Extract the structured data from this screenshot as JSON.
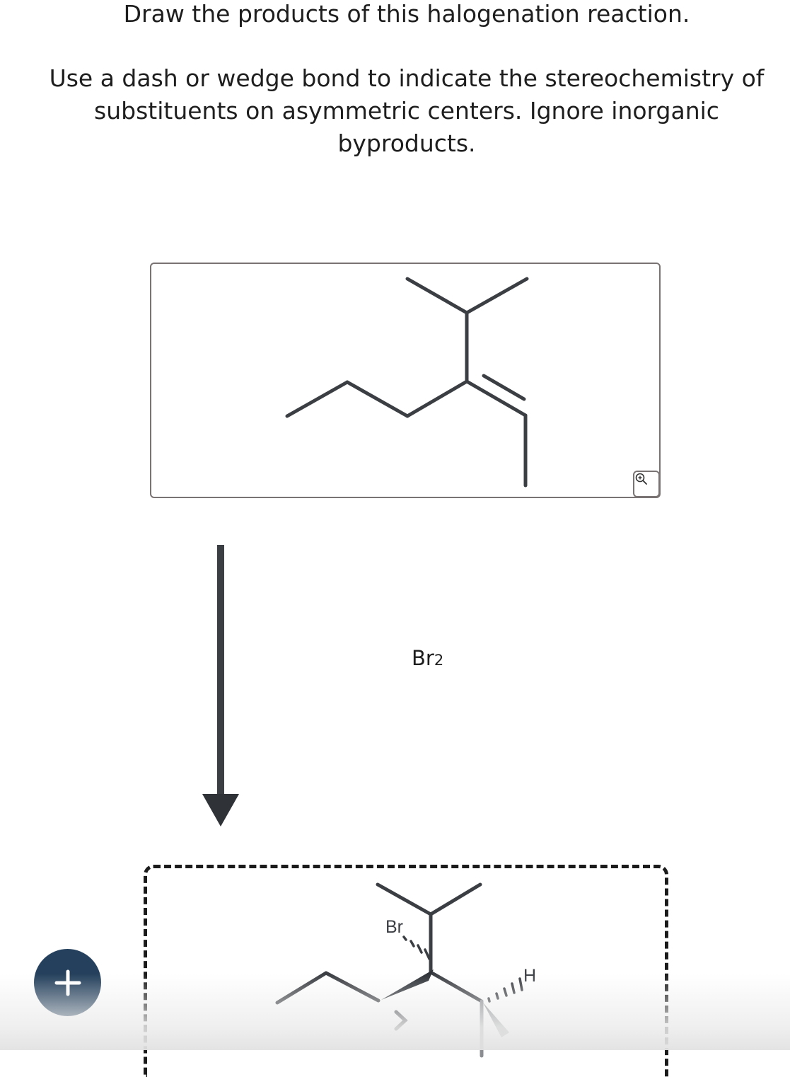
{
  "question": {
    "title": "Draw the products of this halogenation reaction.",
    "instructions": "Use a dash or wedge bond to indicate the stereochemistry of substituents on asymmetric centers. Ignore inorganic byproducts."
  },
  "reaction": {
    "reagent_main": "Br",
    "reagent_subscript": "2"
  },
  "product": {
    "atom_label_br": "Br",
    "atom_label_h": "H"
  },
  "icons": {
    "zoom": "zoom-in-icon",
    "add": "plus-icon",
    "arrow": "reaction-arrow-icon"
  },
  "colors": {
    "bond": "#3b3e43",
    "accent": "#24405c"
  }
}
